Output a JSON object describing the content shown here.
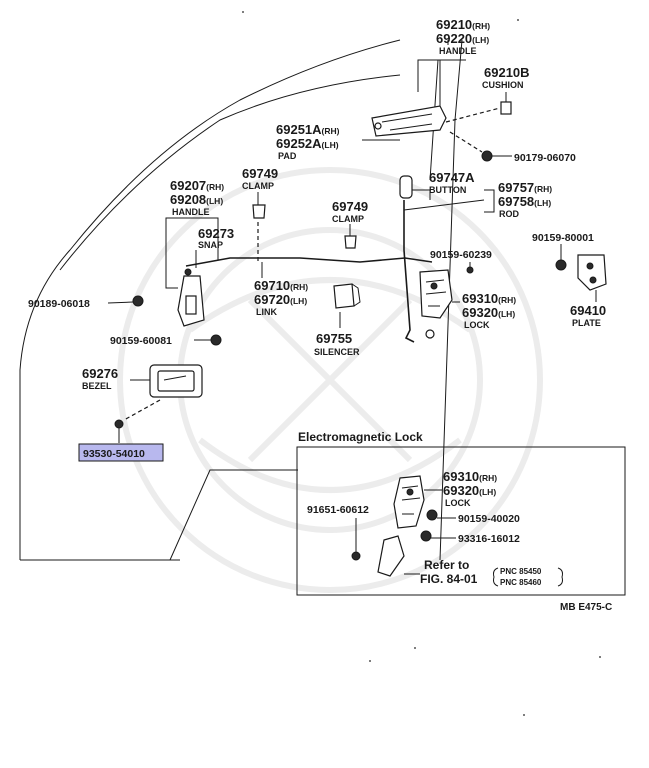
{
  "diagram": {
    "parts": {
      "handle_outer": {
        "pn": "69210",
        "pn_sup": "(RH)",
        "pn2": "69220",
        "pn2_sup": "(LH)",
        "name": "HANDLE"
      },
      "cushion": {
        "pn": "69210B",
        "name": "CUSHION"
      },
      "pad": {
        "pn": "69251A",
        "pn_sup": "(RH)",
        "pn2": "69252A",
        "pn2_sup": "(LH)",
        "name": "PAD"
      },
      "screw_top": {
        "pn": "90179-06070"
      },
      "clamp_upper": {
        "pn": "69749",
        "name": "CLAMP"
      },
      "button": {
        "pn": "69747A",
        "name": "BUTTON"
      },
      "rod": {
        "pn": "69757",
        "pn_sup": "(RH)",
        "pn2": "69758",
        "pn2_sup": "(LH)",
        "name": "ROD"
      },
      "handle_inner": {
        "pn": "69207",
        "pn_sup": "(RH)",
        "pn2": "69208",
        "pn2_sup": "(LH)",
        "name": "HANDLE"
      },
      "clamp_mid": {
        "pn": "69749",
        "name": "CLAMP"
      },
      "snap": {
        "pn": "69273",
        "name": "SNAP"
      },
      "screw_plate": {
        "pn": "90159-80001"
      },
      "screw_lock": {
        "pn": "90159-60239"
      },
      "link": {
        "pn": "69710",
        "pn_sup": "(RH)",
        "pn2": "69720",
        "pn2_sup": "(LH)",
        "name": "LINK"
      },
      "screw_left": {
        "pn": "90189-06018"
      },
      "lock": {
        "pn": "69310",
        "pn_sup": "(RH)",
        "pn2": "69320",
        "pn2_sup": "(LH)",
        "name": "LOCK"
      },
      "plate": {
        "pn": "69410",
        "name": "PLATE"
      },
      "screw_handle": {
        "pn": "90159-60081"
      },
      "silencer": {
        "pn": "69755",
        "name": "SILENCER"
      },
      "bezel": {
        "pn": "69276",
        "name": "BEZEL"
      },
      "highlighted": {
        "pn": "93530-54010"
      }
    },
    "inset": {
      "title": "Electromagnetic Lock",
      "lock": {
        "pn": "69310",
        "pn_sup": "(RH)",
        "pn2": "69320",
        "pn2_sup": "(LH)",
        "name": "LOCK"
      },
      "screw_a": {
        "pn": "91651-60612"
      },
      "screw_b": {
        "pn": "90159-40020"
      },
      "screw_c": {
        "pn": "93316-16012"
      },
      "refer_line1": "Refer to",
      "refer_line2": "FIG. 84-01",
      "pnc1": "PNC 85450",
      "pnc2": "PNC 85460"
    },
    "footer_code": "MB  E475-C",
    "highlight_color": "#b8b8ee"
  }
}
